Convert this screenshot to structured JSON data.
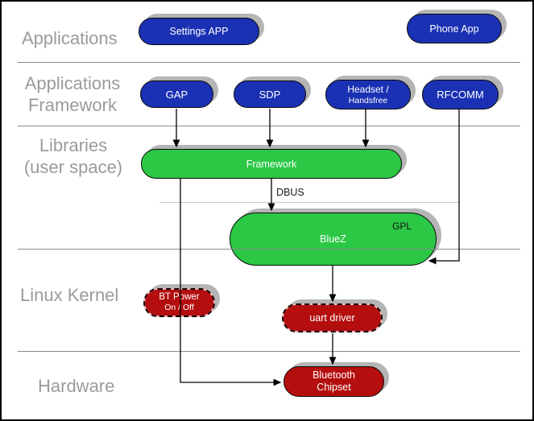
{
  "layers": {
    "applications": {
      "label": "Applications"
    },
    "applications_framework": {
      "line1": "Applications",
      "line2": "Framework"
    },
    "libraries": {
      "line1": "Libraries",
      "line2": "(user space)"
    },
    "linux_kernel": {
      "label": "Linux Kernel"
    },
    "hardware": {
      "label": "Hardware"
    }
  },
  "nodes": {
    "settings_app": {
      "label": "Settings APP"
    },
    "phone_app": {
      "label": "Phone App"
    },
    "gap": {
      "label": "GAP"
    },
    "sdp": {
      "label": "SDP"
    },
    "headset": {
      "line1": "Headset /",
      "line2": "Handsfree"
    },
    "rfcomm": {
      "label": "RFCOMM"
    },
    "framework": {
      "label": "Framework"
    },
    "bluez": {
      "label": "BlueZ",
      "badge": "GPL"
    },
    "bt_power": {
      "line1": "BT Power",
      "line2": "On / Off"
    },
    "uart_driver": {
      "label": "uart driver"
    },
    "bluetooth_chipset": {
      "line1": "Bluetooth",
      "line2": "Chipset"
    }
  },
  "connectors": {
    "dbus_label": "DBUS"
  },
  "colors": {
    "app_node": "#1b31b4",
    "user_space_node": "#2bc845",
    "kernel_node": "#b40e0e",
    "layer_label": "#9b9b9b",
    "divider": "#8a8a8a",
    "shadow": "#b5b5b5"
  }
}
